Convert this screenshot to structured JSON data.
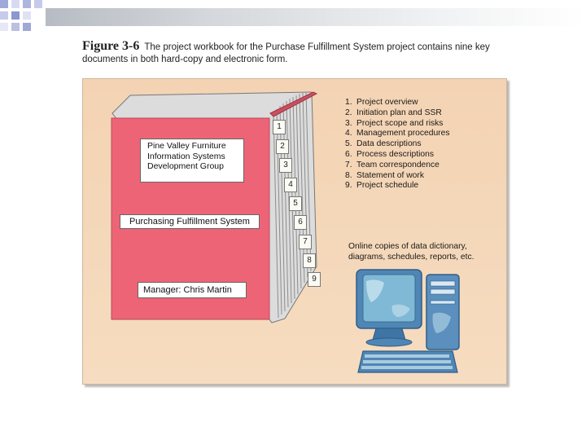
{
  "caption": {
    "figure": "Figure 3-6",
    "text": "The project workbook for the Purchase Fulfillment System project contains nine key documents in both hard-copy and electronic form."
  },
  "binder": {
    "org_line1": "Pine Valley Furniture",
    "org_line2": "Information Systems",
    "org_line3": "Development Group",
    "system": "Purchasing Fulfillment System",
    "manager": "Manager: Chris Martin",
    "tabs": [
      "1",
      "2",
      "3",
      "4",
      "5",
      "6",
      "7",
      "8",
      "9"
    ]
  },
  "documents": [
    {
      "num": "1.",
      "label": "Project overview"
    },
    {
      "num": "2.",
      "label": "Initiation plan and SSR"
    },
    {
      "num": "3.",
      "label": "Project scope and risks"
    },
    {
      "num": "4.",
      "label": "Management procedures"
    },
    {
      "num": "5.",
      "label": "Data descriptions"
    },
    {
      "num": "6.",
      "label": "Process descriptions"
    },
    {
      "num": "7.",
      "label": "Team correspondence"
    },
    {
      "num": "8.",
      "label": "Statement of work"
    },
    {
      "num": "9.",
      "label": "Project schedule"
    }
  ],
  "online": {
    "line1": "Online copies of data dictionary,",
    "line2": "diagrams, schedules, reports, etc."
  },
  "colors": {
    "cover": "#ed6476",
    "panel": "#f3d3b3",
    "monitor_screen": "#7fb9d5",
    "computer_body": "#4f86b5"
  }
}
